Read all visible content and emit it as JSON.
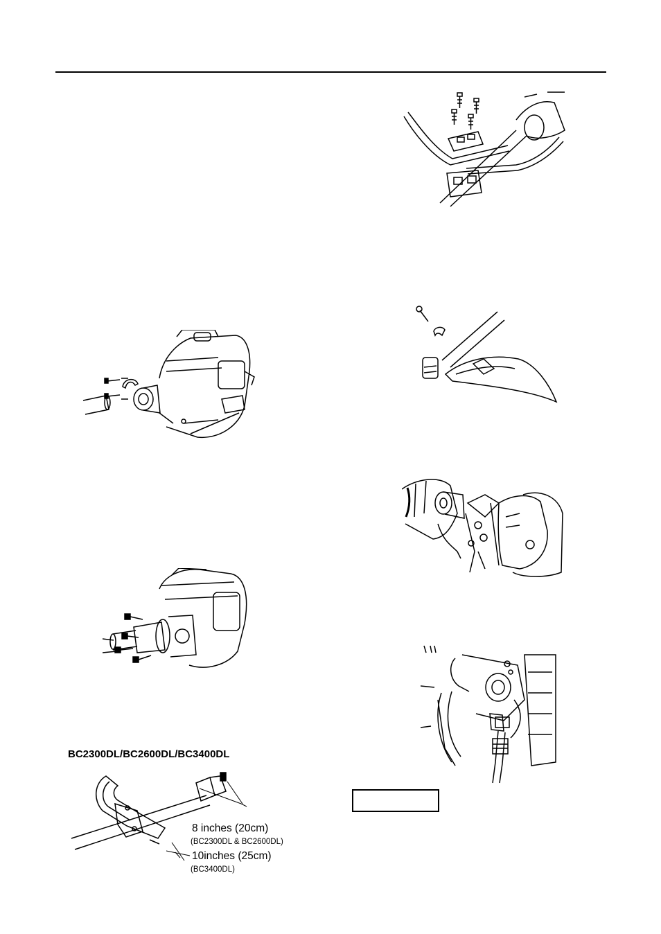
{
  "page": {
    "model_heading": "BC2300DL/BC2600DL/BC3400DL"
  },
  "handle_dimensions": {
    "short_length": "8 inches (20cm)",
    "short_models": "(BC2300DL & BC2600DL)",
    "long_length": "10inches (25cm)",
    "long_models": "(BC3400DL)"
  },
  "illustrations": [
    {
      "name": "handlebar-clamp-bolts",
      "caption": ""
    },
    {
      "name": "engine-clamp-attachment",
      "caption": ""
    },
    {
      "name": "grass-guard-mounting",
      "caption": ""
    },
    {
      "name": "throttle-cable-connection",
      "caption": ""
    },
    {
      "name": "engine-flange-bolts",
      "caption": ""
    },
    {
      "name": "carburetor-cable-adjust",
      "caption": ""
    },
    {
      "name": "loop-handle-position",
      "caption": ""
    }
  ],
  "colors": {
    "ink": "#000000",
    "paper": "#ffffff"
  }
}
